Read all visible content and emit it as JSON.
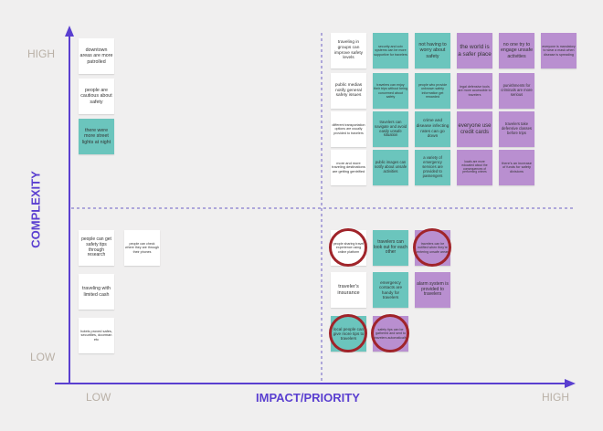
{
  "axes": {
    "y_title": "COMPLEXITY",
    "x_title": "IMPACT/PRIORITY",
    "y_high": "HIGH",
    "y_low": "LOW",
    "x_low": "LOW",
    "x_high": "HIGH"
  },
  "colors": {
    "axis": "#5a3fd0",
    "white_note": "#ffffff",
    "teal_note": "#6bc5bd",
    "purple_note": "#b98fd0",
    "highlight_circle": "#a0242a"
  },
  "notes": {
    "top_left_1": "downtown areas are more patrolled",
    "top_left_2": "people are cautious about safety",
    "top_left_3": "there were more street lights at night",
    "top_right_r1_c1": "traveling in groups can improve safety levels",
    "top_right_r1_c2": "security and cctv systems can be more supportive for travelers",
    "top_right_r1_c3": "not having to worry about safety",
    "top_right_r1_c4": "the world is a safer place",
    "top_right_r1_c5": "no one try to engage unsafe activities",
    "top_right_r1_c6": "everyone is mandatory to wear a mask when disease is spreading",
    "top_right_r2_c1": "public medias notify general safety issues",
    "top_right_r2_c2": "travelers can enjoy their trips without being concerned about safety",
    "top_right_r2_c3": "people who provide unknown safety information get rewarded",
    "top_right_r2_c4": "legal defensive tools are more accessible to travelers",
    "top_right_r2_c5": "punishments for criminals are more serious",
    "top_right_r3_c1": "different transportation options are usually provided to travelers",
    "top_right_r3_c2": "travelers can navigate and avoid easily unsafe situation",
    "top_right_r3_c3": "crime and disease infecting rates can go down",
    "top_right_r3_c4": "everyone use credit cards",
    "top_right_r3_c5": "travelers take defensive classes before trips",
    "top_right_r4_c1": "more and more traveling destinations are getting gentrified",
    "top_right_r4_c2": "public images can notify about unsafe activities",
    "top_right_r4_c3": "a variety of emergency services are provided to passengers",
    "top_right_r4_c4": "locals are more educated about the consequences of performing crimes",
    "top_right_r4_c5": "there's an increase of funds for safety divisions",
    "bottom_left_1a": "people can get safety tips through research",
    "bottom_left_1b": "people can check where they are through their phones",
    "bottom_left_2": "traveling with limited cash",
    "bottom_left_3": "hotels proved safes, securities, doorman etc",
    "bottom_right_1a": "people sharing travel experience using online platform",
    "bottom_right_1b": "travelers can look out for each other",
    "bottom_right_1c": "travelers can be notified when they're entering unsafe areas",
    "bottom_right_2a": "traveler's insurance",
    "bottom_right_2b": "emergency contacts are handy for travelers",
    "bottom_right_2c": "alarm system is provided to travelers",
    "bottom_right_3a": "local people can give more tips to travelers",
    "bottom_right_3b": "safety tips can be gathered and sent to travelers automatically"
  }
}
